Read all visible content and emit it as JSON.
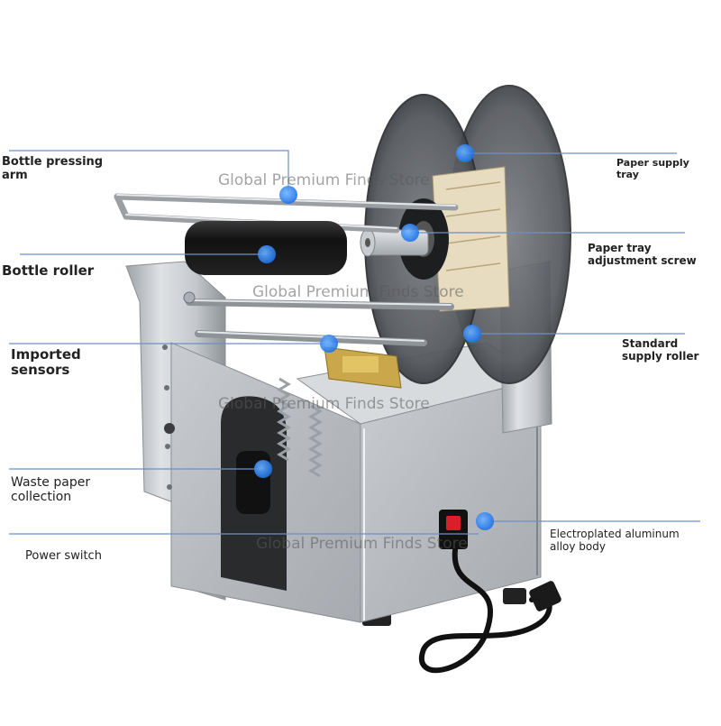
{
  "watermark_text": "Global Premium Finds Store",
  "callout_color": "#1e73e8",
  "callouts": [
    {
      "id": "bottle-pressing-arm",
      "text": "Bottle pressing\narm"
    },
    {
      "id": "bottle-roller",
      "text": "Bottle roller"
    },
    {
      "id": "imported-sensors",
      "text": "Imported\nsensors"
    },
    {
      "id": "waste-paper-collection",
      "text": "Waste paper\ncollection"
    },
    {
      "id": "power-switch",
      "text": "Power switch"
    },
    {
      "id": "paper-supply-tray",
      "text": "Paper supply\ntray"
    },
    {
      "id": "paper-tray-adjustment-screw",
      "text": "Paper tray\nadjustment screw"
    },
    {
      "id": "standard-supply-roller",
      "text": "Standard\nsupply roller"
    },
    {
      "id": "electroplated-aluminum-alloy-body",
      "text": "Electroplated aluminum\nalloy body"
    }
  ]
}
